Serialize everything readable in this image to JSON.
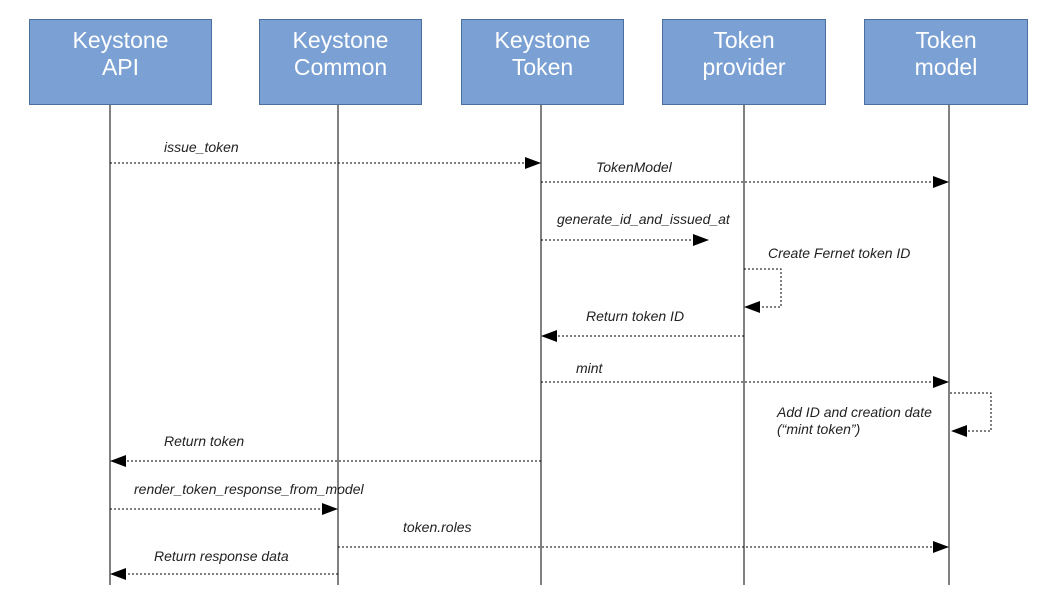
{
  "actors": [
    {
      "line1": "Keystone",
      "line2": "API"
    },
    {
      "line1": "Keystone",
      "line2": "Common"
    },
    {
      "line1": "Keystone",
      "line2": "Token"
    },
    {
      "line1": "Token",
      "line2": "provider"
    },
    {
      "line1": "Token",
      "line2": "model"
    }
  ],
  "messages": [
    {
      "label": "issue_token"
    },
    {
      "label": "TokenModel"
    },
    {
      "label": "generate_id_and_issued_at"
    },
    {
      "label": "Create Fernet token ID"
    },
    {
      "label": "Return token ID"
    },
    {
      "label": "mint"
    },
    {
      "label_line1": "Add ID and creation date",
      "label_line2": "(“mint token”)"
    },
    {
      "label": "Return token"
    },
    {
      "label": "render_token_response_from_model"
    },
    {
      "label": "token.roles"
    },
    {
      "label": "Return response data"
    }
  ]
}
